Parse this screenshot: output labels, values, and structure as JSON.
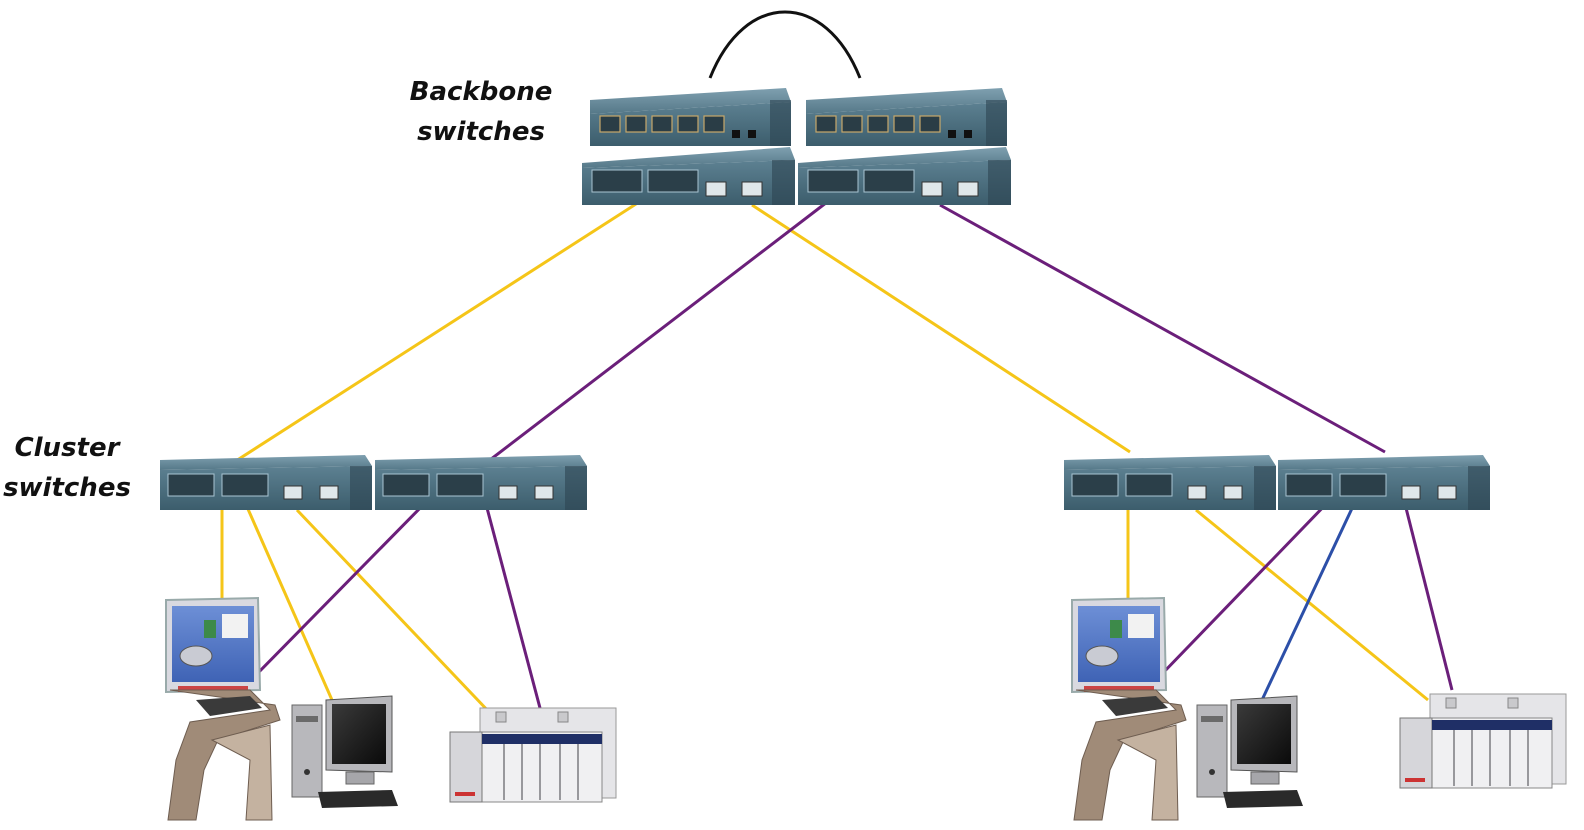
{
  "labels": {
    "backbone": [
      "Backbone",
      "switches"
    ],
    "cluster": [
      "Cluster",
      "switches"
    ]
  },
  "colors": {
    "yellow_link": "#f5c518",
    "purple_link": "#6b1f7a",
    "blue_link": "#2c4fa8",
    "black_link": "#111111",
    "switch_body": "#4d6f80",
    "switch_face": "#3a5a6b"
  },
  "devices": {
    "backbone_switches": 2,
    "cluster_switches": 4,
    "hmi_consoles": 2,
    "workstations": 2,
    "plc_racks": 2
  }
}
